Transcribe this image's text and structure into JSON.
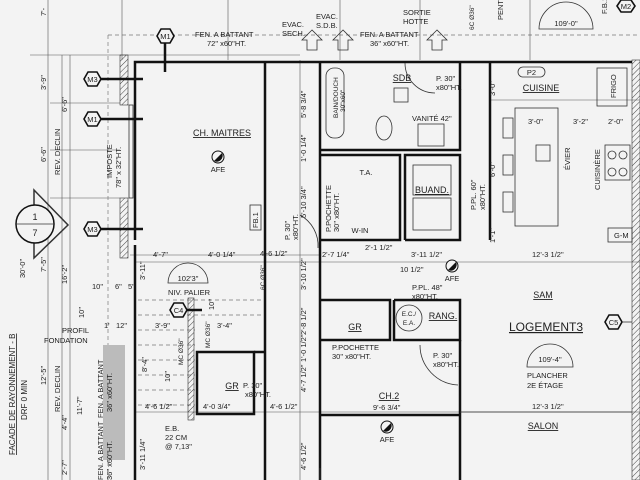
{
  "title_block": {
    "facade": "FACADE DE RAYONNEMENT - B",
    "drf": "DRF 0 MIN"
  },
  "section_marker": {
    "top": "1",
    "bottom": "7"
  },
  "tags": {
    "m1_top": "M1",
    "m3_a": "M3",
    "m1_b": "M1",
    "m3_b": "M3",
    "c4": "C4",
    "c5": "C5",
    "m2": "M2",
    "p2": "P2",
    "fb1_top": "F.B.1",
    "fb1": "FB.1",
    "gm": "G-M"
  },
  "rooms": {
    "ch_maitres": "CH. MAITRES",
    "sdb": "SDB",
    "cuisine": "CUISINE",
    "buand": "BUAND.",
    "win": "W-IN",
    "gr_stair": "GR",
    "gr_mid": "GR",
    "rang": "RANG.",
    "ecea_1": "E.C./",
    "ecea_2": "E.A.",
    "sam": "SAM",
    "logement": "LOGEMENT3",
    "ch2": "CH.2",
    "salon": "SALON",
    "frigo": "FRIGO",
    "ta": "T.A."
  },
  "notes": {
    "fen_top_1": "FEN. A BATTANT",
    "fen_top_1b": "72\" x60\"HT.",
    "evac_sech_1": "EVAC.",
    "evac_sech_2": "SECH.",
    "evac_sdb_1": "EVAC.",
    "evac_sdb_2": "S.D.B.",
    "sortie_1": "SORTIE",
    "sortie_2": "HOTTE",
    "fen_top_2": "FEN. A BATTANT",
    "fen_top_2b": "36\" x60\"HT.",
    "elev_top": "109'-0\"",
    "elev_palier": "102'3\"",
    "elev_plancher": "109'-4\"",
    "afe": "AFE",
    "afe_2": "AFE",
    "afe_3": "AFE",
    "imposte_1": "IMPOSTE",
    "imposte_2": "78\" x 32\"HT.",
    "rev_declin_1": "REV. DECLIN",
    "rev_declin_2": "REV. DECLIN",
    "bain": "BAIN/DOUCH",
    "bain_2": "30\"x60\"",
    "p30_sdb_1": "P. 30\"",
    "p30_sdb_2": "x80\"HT.",
    "vanite": "VANITÉ 42\"",
    "evier": "ÉVIER",
    "cuisiniere": "CUISINÈRE",
    "ppl60_1": "P.PL. 60\"",
    "ppl60_2": "x80\"HT.",
    "ppoch_win_1": "P.POCHETTE",
    "ppoch_win_2": "30\" x80\"HT.",
    "p30_ch_1": "P. 30\"",
    "p30_ch_2": "x80\"HT.",
    "niv_palier": "NIV. PALIER",
    "mc36": "MC Ø36\"",
    "mc36_b": "MC Ø36\"",
    "gc36": "6C Ø36\"",
    "gc36_top": "6C Ø36\"",
    "pent": "PENT",
    "p30_gr_1": "P. 30\"",
    "p30_gr_2": "x80\"HT.",
    "eb_1": "E.B.",
    "eb_2": "22 CM",
    "eb_3": "@ 7,13\"",
    "profil_1": "PROFIL",
    "profil_2": "FONDATION",
    "fen_left_1": "FEN. A BATTANT",
    "fen_left_1b": "36\" x60\"HT.",
    "fen_left_2": "FEN. A BATTANT",
    "fen_left_2b": "36\" x60\"HT.",
    "ppl48_1": "P.PL. 48\"",
    "ppl48_2": "x80\"HT.",
    "ppoch_gr_1": "P.POCHETTE",
    "ppoch_gr_2": "30\" x80\"HT.",
    "p30_ch2_1": "P. 30\"",
    "p30_ch2_2": "x80\"HT.",
    "plancher_1": "PLANCHER",
    "plancher_2": "2E ÉTAGE"
  },
  "dims": {
    "d_7": "7'-",
    "d_3_9": "3'-9\"",
    "d_6_6a": "6'-6\"",
    "d_6_6b": "6'-6\"",
    "d_30_0": "30'-0\"",
    "d_7_5": "7'-5\"",
    "d_16_2": "16'-2\"",
    "d_12_5": "12'-5\"",
    "d_11_7": "11'-7\"",
    "d_4_4": "4'-4\"",
    "d_2_7": "2'-7\"",
    "d_3_11": "3'-11\"",
    "d_10a": "10\"",
    "d_6in": "6\"",
    "d_5in": "5\"",
    "d_10b": "10\"",
    "d_1": "1'",
    "d_12in": "12\"",
    "d_5_8_34": "5'-8 3/4\"",
    "d_1_0_14": "1'-0 1/4\"",
    "d_5_10_34": "5'-10 3/4\"",
    "k_3_0a": "3'-0\"",
    "k_3_2": "3'-2\"",
    "k_2_0": "2'-0\"",
    "k_3_0v": "3'-0\"",
    "k_6_0v": "6'-0\"",
    "k_1_1": "1'-1\"",
    "r_4_7": "4'-7\"",
    "r_4_0_14": "4'-0 1/4\"",
    "r_4_6_12a": "4'-6 1/2\"",
    "r_2_7_14": "2'-7 1/4\"",
    "r_2_1_12": "2'-1 1/2\"",
    "r_3_11_12": "3'-11 1/2\"",
    "r_12_3_12a": "12'-3 1/2\"",
    "r_10_12": "10 1/2\"",
    "s_3_9": "3'-9\"",
    "s_3_4": "3'-4\"",
    "s_8_4": "8'-4\"",
    "s_10": "10\"",
    "s_10b": "10\"",
    "b_4_6_12a": "4'-6 1/2\"",
    "b_4_0_34": "4'-0 3/4\"",
    "b_4_6_12b": "4'-6 1/2\"",
    "b_3_11_14": "3'-11 1/4\"",
    "b_4_6_12v": "4'-6 1/2\"",
    "v_3_10_12": "3'-10 1/2\"",
    "v_2_8_12": "2'-8 1/2\"",
    "v_1_0_12": "1'-0 1/2\"",
    "v_4_7_12": "4'-7 1/2\"",
    "ch2_w": "9'-6 3/4\"",
    "sam_w": "12'-3 1/2\""
  }
}
